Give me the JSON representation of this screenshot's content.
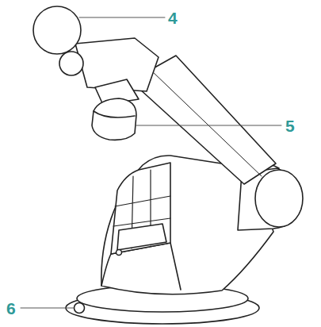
{
  "diagram": {
    "labels": [
      "4",
      "5",
      "6"
    ]
  }
}
